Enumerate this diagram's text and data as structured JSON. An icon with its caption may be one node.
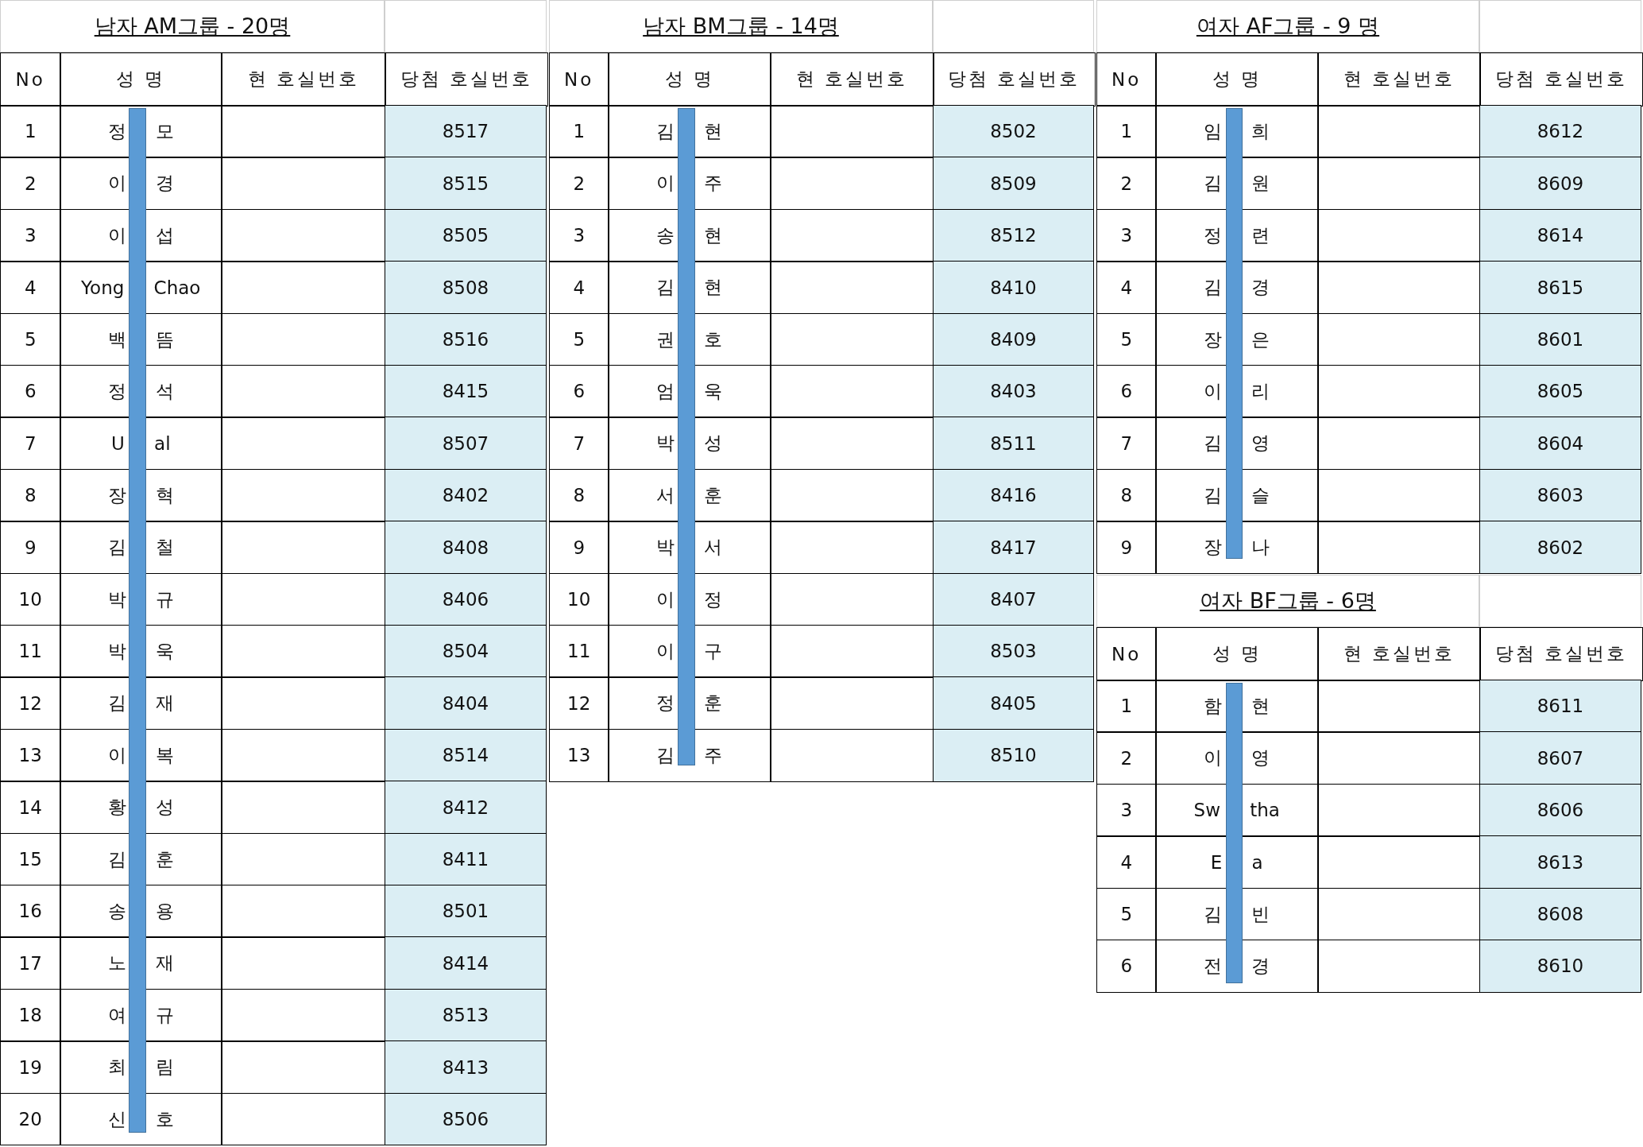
{
  "diagram": {
    "labels": [
      "남자 AM그룹 - 20명",
      "No",
      "성 명",
      "현 호실번호",
      "당첨 호실번호",
      "1",
      "정 모",
      "8517",
      "2",
      "이 경",
      "8515",
      "3",
      "이 섭",
      "8505",
      "4",
      "Yong Chao",
      "8508",
      "5",
      "백 뜸",
      "8516",
      "6",
      "정 석",
      "8415",
      "7",
      "U al",
      "8507",
      "8",
      "장 혁",
      "8402",
      "9",
      "김 철",
      "8408",
      "10",
      "박 규",
      "8406",
      "11",
      "박 욱",
      "8504",
      "12",
      "김 재",
      "8404",
      "13",
      "이 복",
      "8514",
      "14",
      "황 성",
      "8412",
      "15",
      "김 훈",
      "8411",
      "16",
      "송 용",
      "8501",
      "17",
      "노 재",
      "8414",
      "18",
      "여 규",
      "8513",
      "19",
      "최 림",
      "8413",
      "20",
      "신 호",
      "8506",
      "남자 BM그룹 - 14명",
      "No",
      "성 명",
      "현 호실번호",
      "당첨 호실번호",
      "1",
      "김 현",
      "8502",
      "2",
      "이 주",
      "8509",
      "3",
      "송 현",
      "8512",
      "4",
      "김 현",
      "8410",
      "5",
      "권 호",
      "8409",
      "6",
      "엄 욱",
      "8403",
      "7",
      "박 성",
      "8511",
      "8",
      "서 훈",
      "8416",
      "9",
      "박 서",
      "8417",
      "10",
      "이 정",
      "8407",
      "11",
      "이 구",
      "8503",
      "12",
      "정 훈",
      "8405",
      "13",
      "김 주",
      "8510",
      "여자 AF그룹 - 9 명",
      "No",
      "성 명",
      "현 호실번호",
      "당첨 호실번호",
      "1",
      "임 희",
      "8612",
      "2",
      "김 원",
      "8609",
      "3",
      "정 련",
      "8614",
      "4",
      "김 경",
      "8615",
      "5",
      "장 은",
      "8601",
      "6",
      "이 리",
      "8605",
      "7",
      "김 영",
      "8604",
      "8",
      "김 슬",
      "8603",
      "9",
      "장 나",
      "8602",
      "여자 BF그룹 - 6명",
      "No",
      "성 명",
      "현 호실번호",
      "당첨 호실번호",
      "1",
      "함 현",
      "8611",
      "2",
      "이 영",
      "8607",
      "3",
      "Sw tha",
      "8606",
      "4",
      "E a",
      "8613",
      "5",
      "김 빈",
      "8608",
      "6",
      "전 경",
      "8610"
    ]
  }
}
